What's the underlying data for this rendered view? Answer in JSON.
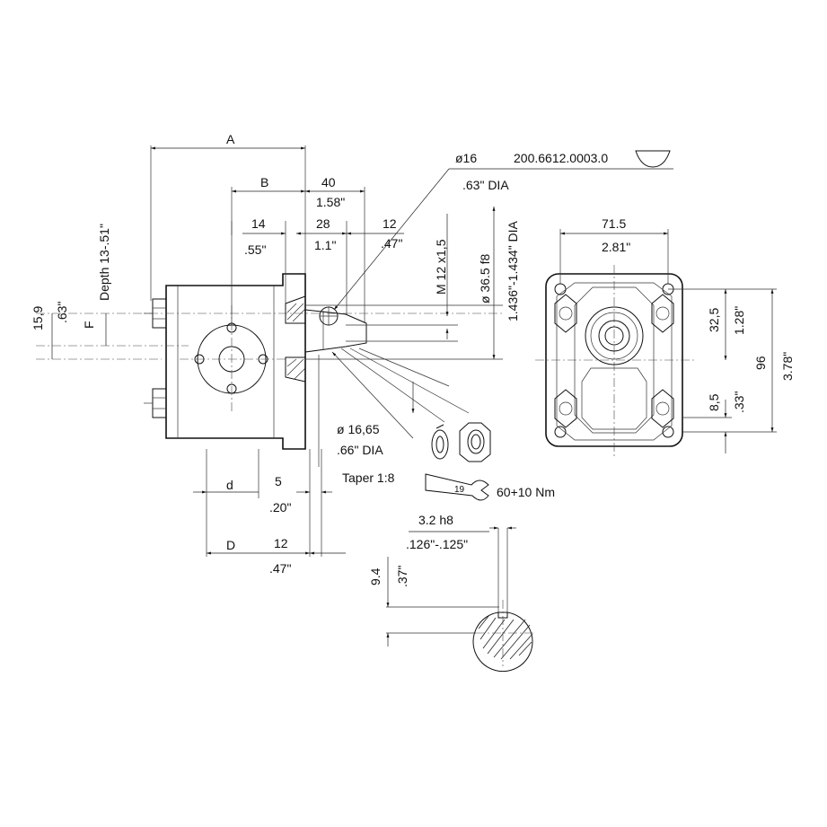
{
  "side_view": {
    "dim_A": "A",
    "dim_B": "B",
    "dim_40": "40",
    "dim_158": "1.58\"",
    "dim_14": "14",
    "dim_055": ".55\"",
    "dim_28": "28",
    "dim_11": "1.1\"",
    "dim_12_top": "12",
    "dim_047_top": ".47\"",
    "depth_note": "Depth 13-.51\"",
    "dim_159": "15,9",
    "dim_063": ".63\"",
    "label_F": "F",
    "dim_d": "d",
    "dim_5": "5",
    "dim_020": ".20\"",
    "dim_D": "D",
    "dim_12_bottom": "12",
    "dim_047_bottom": ".47\""
  },
  "shaft": {
    "dia_16": "ø16",
    "part_number": "200.6612.0003.0",
    "dia_063": ".63\" DIA",
    "thread": "M 12 x1,5",
    "dia_365": "ø 36.5 f8",
    "dia_1436": "1.436\"-1.434\" DIA",
    "dia_1665": "ø 16,65",
    "dia_066": ".66\" DIA",
    "taper": "Taper 1:8",
    "wrench_size": "19",
    "torque": "60+10 Nm"
  },
  "key_section": {
    "width": "3.2 h8",
    "width_in": ".126\"-.125\"",
    "height": "9.4",
    "height_in": ".37\""
  },
  "front_view": {
    "width": "71.5",
    "width_in": "2.81\"",
    "dim_325": "32,5",
    "dim_128": "1.28\"",
    "dim_96": "96",
    "dim_378": "3.78\"",
    "dim_85": "8,5",
    "dim_033": ".33\""
  }
}
